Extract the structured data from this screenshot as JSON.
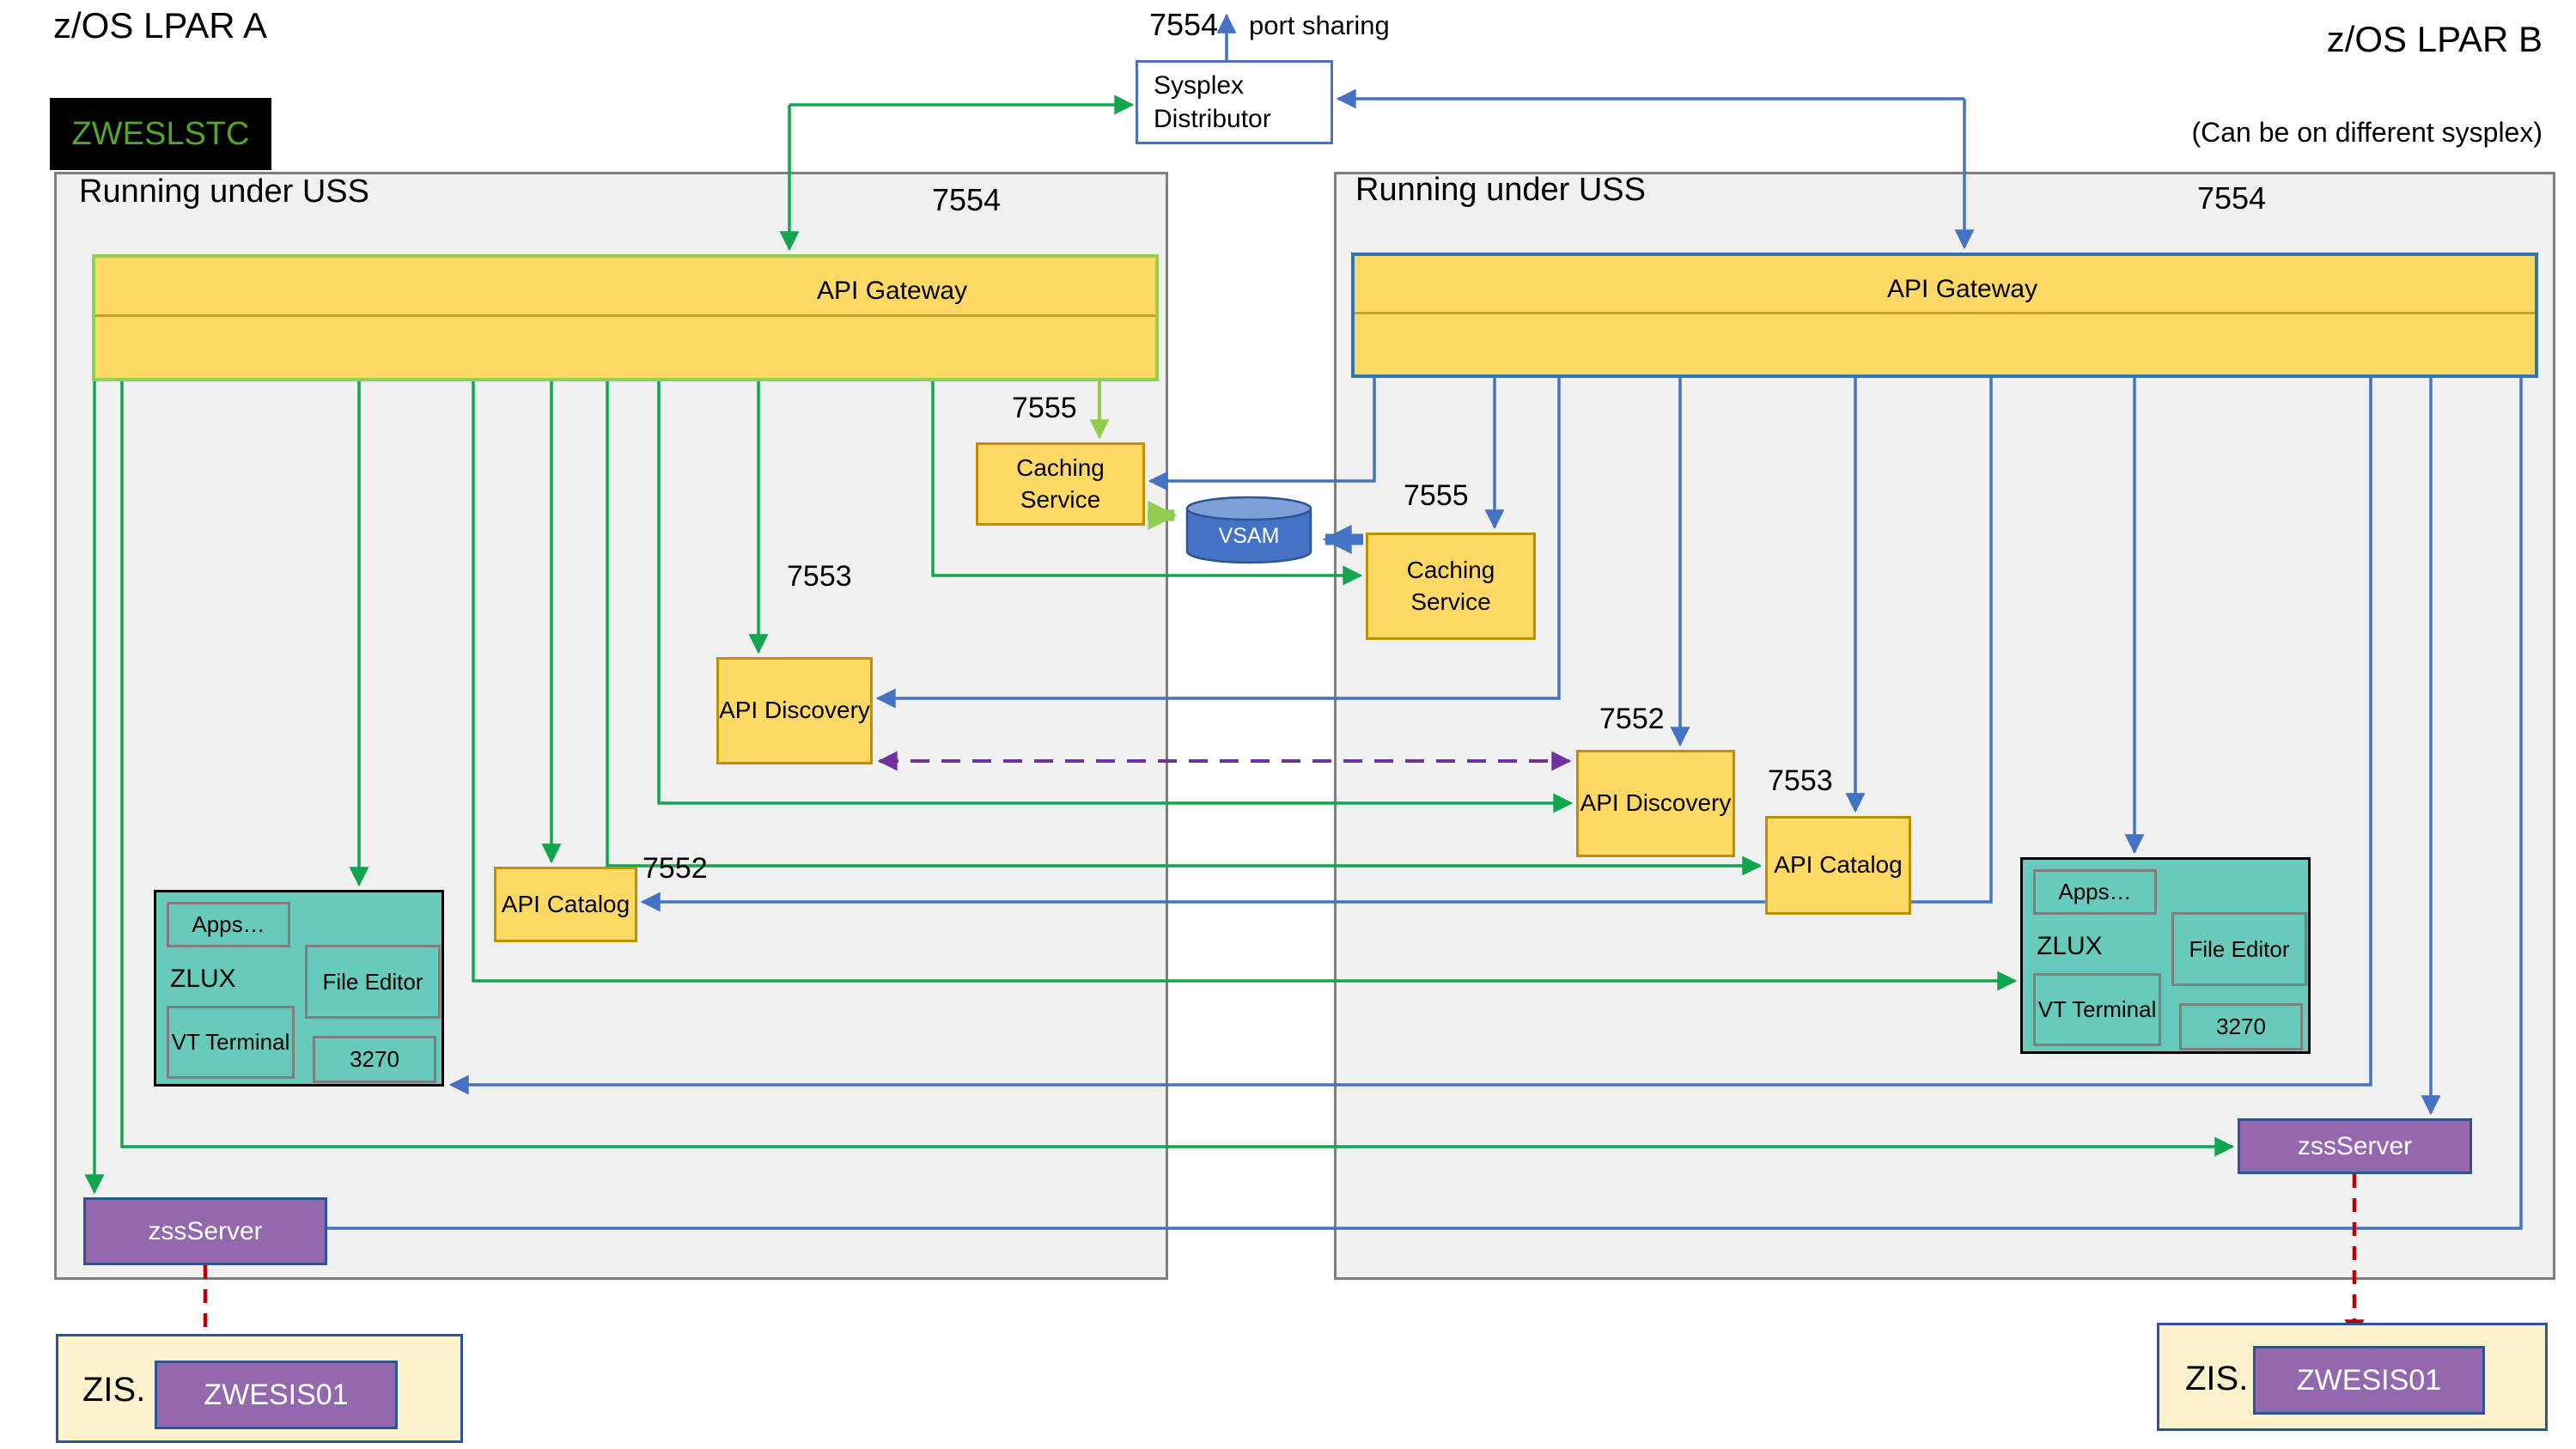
{
  "lpar_a": {
    "title": "z/OS LPAR A",
    "badge": "ZWESLSTC",
    "uss_header": "Running under USS",
    "gateway_port": "7554"
  },
  "lpar_b": {
    "title": "z/OS LPAR B",
    "note": "(Can be on different sysplex)",
    "uss_header": "Running under USS",
    "gateway_port": "7554"
  },
  "distributor": {
    "label": "Sysplex Distributor",
    "port": "7554",
    "port_note": "port sharing"
  },
  "components": {
    "gateway": "API Gateway",
    "caching": "Caching Service",
    "vsam": "VSAM",
    "discovery": "API Discovery",
    "catalog": "API Catalog",
    "zss": "zssServer",
    "zis_label": "ZIS.",
    "zis_program": "ZWESIS01"
  },
  "zlux": {
    "label": "ZLUX",
    "apps": "Apps…",
    "file_editor": "File Editor",
    "vt_terminal": "VT Terminal",
    "terminal_3270": "3270"
  },
  "ports": {
    "caching": "7555",
    "discovery_a": "7553",
    "discovery_b": "7552",
    "catalog_a": "7552",
    "catalog_b": "7553"
  },
  "colors": {
    "green_arrow": "#10A64F",
    "light_green": "#92CC4F",
    "blue_arrow": "#4472C4",
    "purple_dashed": "#7030A0",
    "red_dashed": "#C00000",
    "yellow_fill": "#FFD966",
    "yellow_border": "#BF9000",
    "gateway_border_a": "#8FD14F",
    "gateway_border_b": "#2E75B6",
    "teal_fill": "#68CABB",
    "purple_fill": "#9468AF",
    "zis_fill": "#FCF2CE",
    "panel_fill": "#F1F1F2",
    "badge_text": "#53A626"
  }
}
